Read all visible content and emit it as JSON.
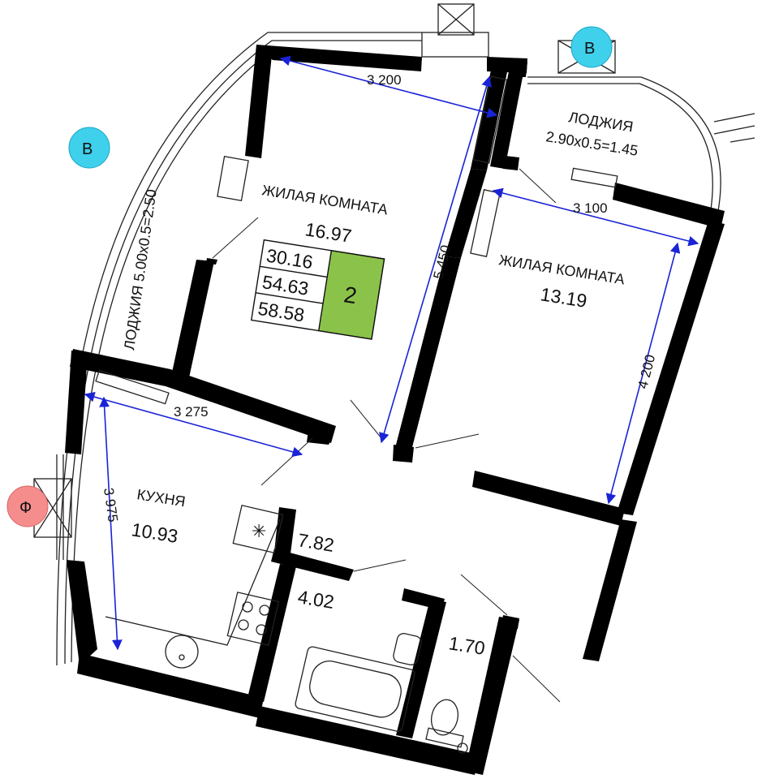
{
  "rooms": {
    "living_room_1": {
      "name": "ЖИЛАЯ КОМНАТА",
      "area": "16.97"
    },
    "living_room_2": {
      "name": "ЖИЛАЯ КОМНАТА",
      "area": "13.19"
    },
    "kitchen": {
      "name": "КУХНЯ",
      "area": "10.93"
    },
    "hall": {
      "area": "7.82"
    },
    "bathroom": {
      "area": "4.02"
    },
    "wc": {
      "area": "1.70"
    },
    "loggia_left": {
      "label": "ЛОДЖИЯ 5.00x0.5=2.50"
    },
    "loggia_right": {
      "name": "ЛОДЖИЯ",
      "formula": "2.90x0.5=1.45"
    }
  },
  "summary": {
    "living_area": "30.16",
    "total_area": "54.63",
    "total_with_loggias": "58.58",
    "rooms_count": "2",
    "badge_color": "#8bc34a"
  },
  "dimensions": {
    "d_3200": "3 200",
    "d_5450": "5 450",
    "d_3100": "3 100",
    "d_4200": "4 200",
    "d_3275": "3 275",
    "d_3975": "3 975"
  },
  "markers": {
    "b_top": "В",
    "b_left": "В",
    "f_left": "Ф",
    "b_color": "#3fd0ec",
    "f_color": "#f58d8d"
  }
}
